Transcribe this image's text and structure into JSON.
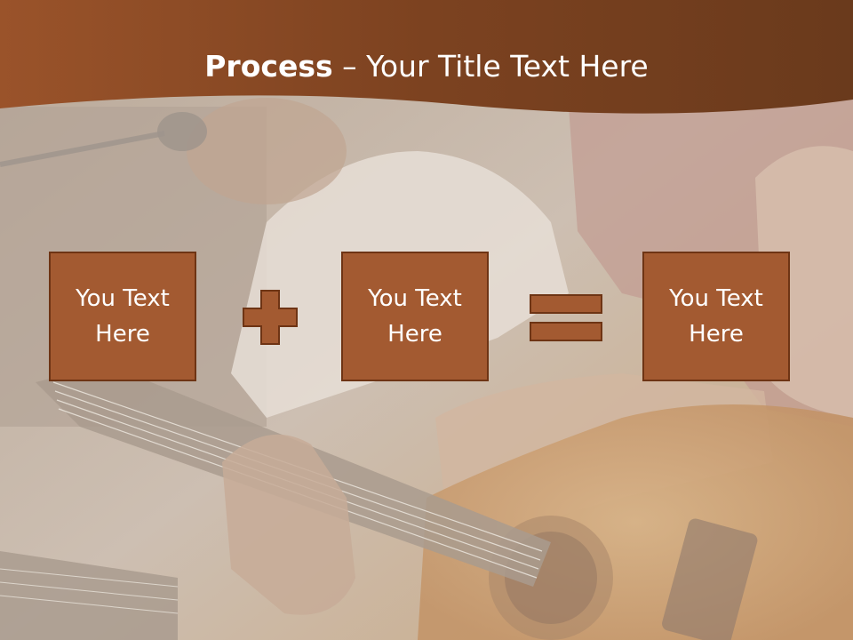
{
  "slide": {
    "title_bold": "Process",
    "title_dash": " – ",
    "title_rest": "Your Title Text Here"
  },
  "boxes": [
    {
      "label": "You Text Here"
    },
    {
      "label": "You Text Here"
    },
    {
      "label": "You Text Here"
    }
  ],
  "operators": [
    "plus",
    "equals"
  ],
  "colors": {
    "header_brown": "#8a4a22",
    "box_fill": "#a35a31",
    "box_border": "#6e3414",
    "title_text": "#ffffff"
  }
}
